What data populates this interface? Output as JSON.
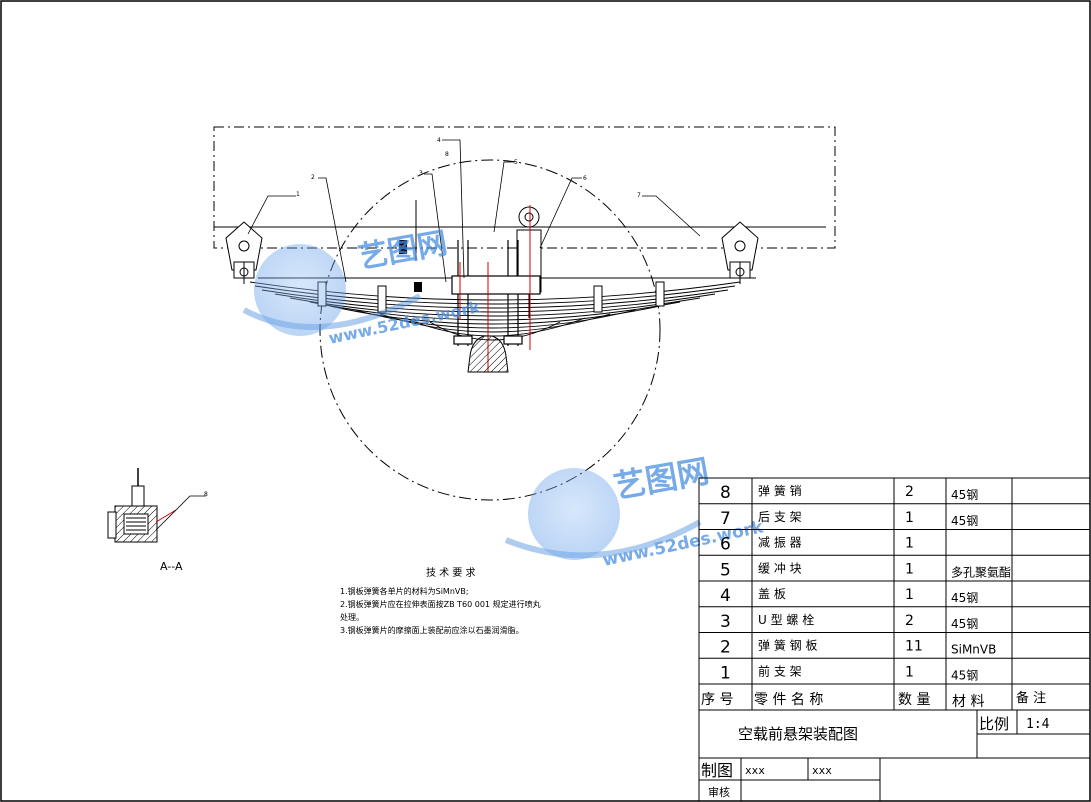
{
  "drawing": {
    "section_label": "A--A",
    "part_callouts": [
      "1",
      "2",
      "3",
      "4",
      "5",
      "6",
      "7",
      "8"
    ],
    "section_callout": "8"
  },
  "notes": {
    "title": "技 术 要 求",
    "items": [
      "1.钢板弹簧各单片的材料为SiMnVB;",
      "2.钢板弹簧片应在拉伸表面按ZB  T60  001  规定进行喷丸",
      "   处理。",
      "3.钢板弹簧片的摩擦面上装配前应涂以石墨润滑脂。"
    ]
  },
  "bom": {
    "header": {
      "no": "序    号",
      "name": "零  件  名  称",
      "qty": "数  量",
      "material": "材    料",
      "remark": "备    注"
    },
    "rows": [
      {
        "no": "8",
        "name": "弹 簧 销",
        "qty": "2",
        "material": "45钢",
        "remark": ""
      },
      {
        "no": "7",
        "name": "后 支 架",
        "qty": "1",
        "material": "45钢",
        "remark": ""
      },
      {
        "no": "6",
        "name": "减 振 器",
        "qty": "1",
        "material": "",
        "remark": ""
      },
      {
        "no": "5",
        "name": "缓 冲 块",
        "qty": "1",
        "material": "多孔聚氨酯",
        "remark": ""
      },
      {
        "no": "4",
        "name": "盖 板",
        "qty": "1",
        "material": "45钢",
        "remark": ""
      },
      {
        "no": "3",
        "name": "U 型 螺 栓",
        "qty": "2",
        "material": "45钢",
        "remark": ""
      },
      {
        "no": "2",
        "name": "弹 簧 钢 板",
        "qty": "11",
        "material": "SiMnVB",
        "remark": ""
      },
      {
        "no": "1",
        "name": "前 支 架",
        "qty": "1",
        "material": "45钢",
        "remark": ""
      }
    ]
  },
  "title_block": {
    "drawing_title": "空载前悬架装配图",
    "scale_label": "比例",
    "scale_value": "1:4",
    "drawn_label": "制图",
    "drawn_by": "xxx",
    "drawn_date": "xxx",
    "checked_label": "审核"
  },
  "watermark": {
    "text": "艺图网",
    "url": "www.52des.work"
  }
}
